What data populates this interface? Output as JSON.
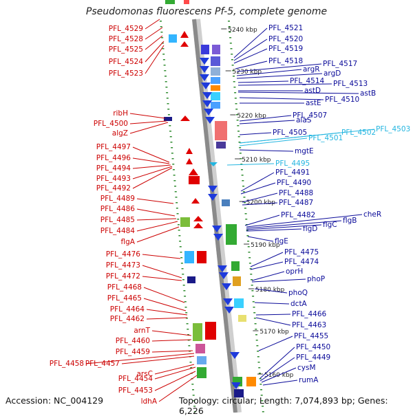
{
  "title": "Pseudomonas fluorescens Pf-5, complete genome",
  "accession": "Accession: NC_004129",
  "summary": "Topology: circular; Length: 7,074,893 bp; Genes: 6,226",
  "colors": {
    "left_label": "#cc0000",
    "right_label": "#0a0a99",
    "highlight_label": "#22b5e0",
    "backbone": "#8a8a8a"
  },
  "kbp_labels": [
    "5240 kbp",
    "5230 kbp",
    "5220 kbp",
    "5210 kbp",
    "5200 kbp",
    "5190 kbp",
    "5180 kbp",
    "5170 kbp",
    "5160 kbp"
  ],
  "left_labels": [
    "PFL_4529",
    "PFL_4528",
    "PFL_4525",
    "PFL_4524",
    "PFL_4523",
    "ribH",
    "PFL_4500",
    "algZ",
    "PFL_4497",
    "PFL_4496",
    "PFL_4494",
    "PFL_4493",
    "PFL_4492",
    "PFL_4489",
    "PFL_4486",
    "PFL_4485",
    "PFL_4484",
    "flgA",
    "PFL_4476",
    "PFL_4473",
    "PFL_4472",
    "PFL_4468",
    "PFL_4465",
    "PFL_4464",
    "PFL_4462",
    "arnT",
    "PFL_4460",
    "PFL_4459",
    "PFL_4458",
    "PFL_4457",
    "arsC",
    "PFL_4454",
    "PFL_4453",
    "ldhA"
  ],
  "right_labels": [
    "PFL_4521",
    "PFL_4520",
    "PFL_4519",
    "PFL_4518",
    "PFL_4517",
    "argR",
    "argD",
    "PFL_4514",
    "PFL_4513",
    "astD",
    "astB",
    "astE",
    "PFL_4510",
    "PFL_4507",
    "alaS",
    "PFL_4505",
    "PFL_4502",
    "PFL_4503",
    "PFL_4501",
    "mgtE",
    "PFL_4495",
    "PFL_4491",
    "PFL_4490",
    "PFL_4488",
    "PFL_4487",
    "PFL_4482",
    "cheR",
    "flgB",
    "flgC",
    "flgD",
    "flgE",
    "PFL_4475",
    "PFL_4474",
    "oprH",
    "phoP",
    "phoQ",
    "dctA",
    "PFL_4466",
    "PFL_4463",
    "PFL_4455",
    "PFL_4450",
    "PFL_4449",
    "cysM",
    "rumA"
  ]
}
